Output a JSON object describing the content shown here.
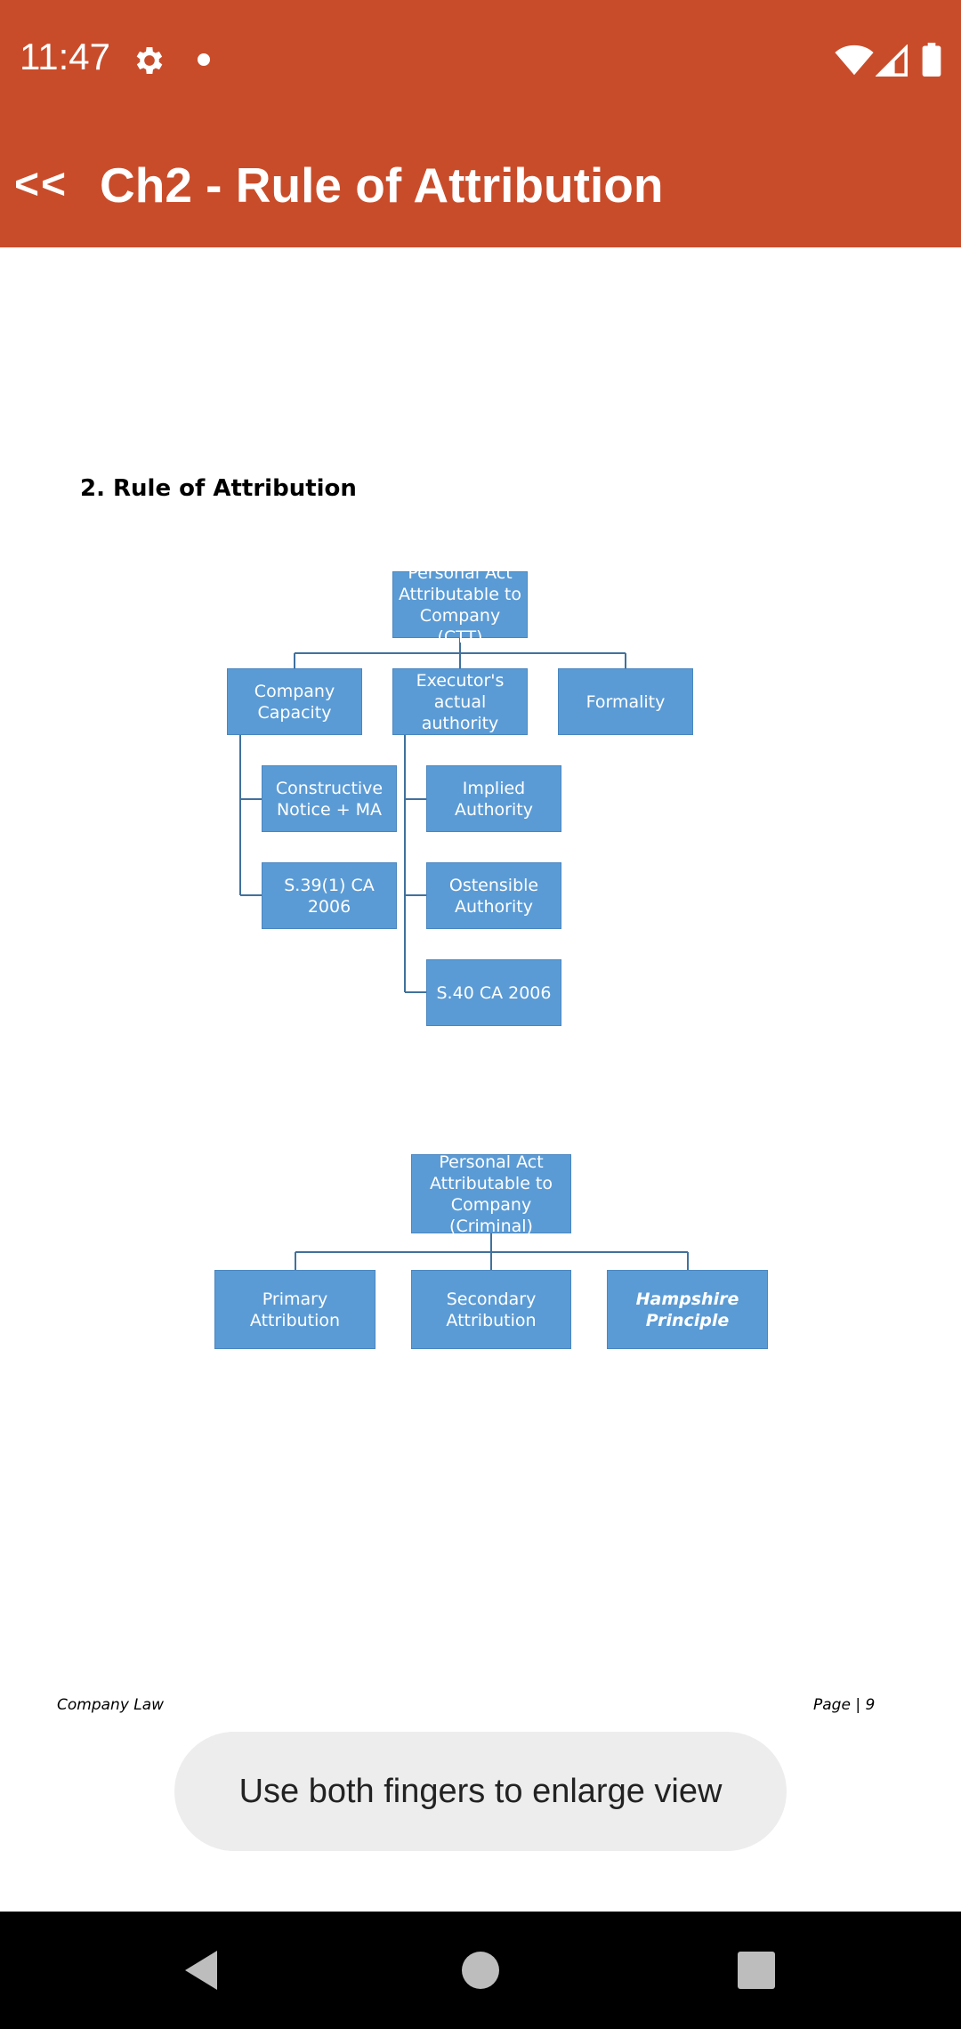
{
  "status_bar": {
    "time": "11:47"
  },
  "app_bar": {
    "back_label": "<<",
    "title": "Ch2 - Rule of Attribution"
  },
  "document": {
    "heading": "2.  Rule of Attribution",
    "chart1": {
      "root": "Personal Act Attributable to Company (CTT)",
      "children": [
        "Company Capacity",
        "Executor's actual authority",
        "Formality"
      ],
      "capacity_children": [
        "Constructive Notice + MA",
        "S.39(1) CA 2006"
      ],
      "authority_children": [
        "Implied Authority",
        "Ostensible Authority",
        "S.40 CA 2006"
      ]
    },
    "chart2": {
      "root": "Personal Act Attributable to Company (Criminal)",
      "children": [
        "Primary Attribution",
        "Secondary Attribution",
        "Hampshire Principle"
      ]
    },
    "footer": {
      "left": "Company Law",
      "right": "Page | 9"
    }
  },
  "toast": {
    "message": "Use both fingers to enlarge view"
  },
  "colors": {
    "app_bar": "#C94C2A",
    "box": "#5B9BD5",
    "connector": "#41719C"
  }
}
